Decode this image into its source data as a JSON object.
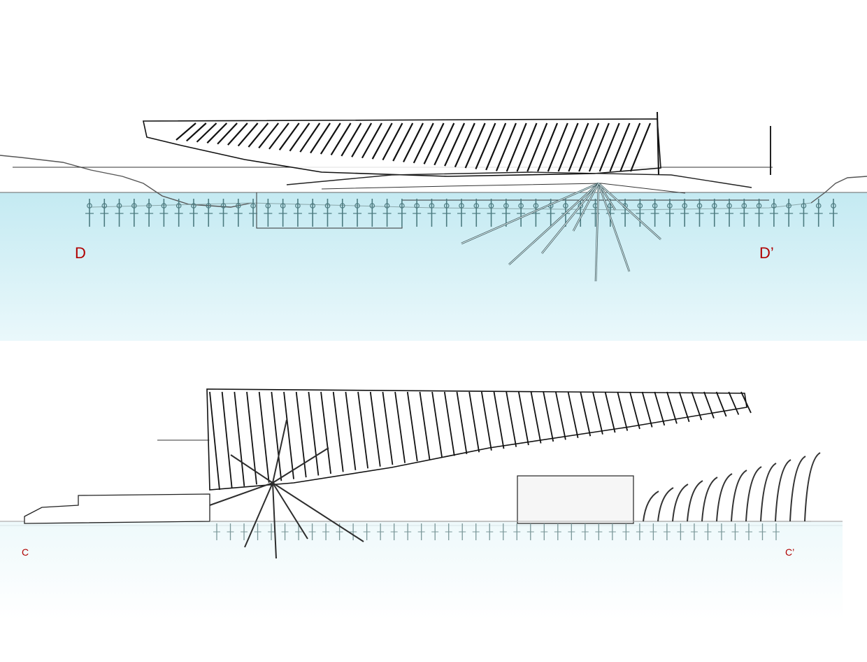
{
  "sections": [
    {
      "id": "section-d",
      "label_start": "D",
      "label_end": "D’"
    },
    {
      "id": "section-c",
      "label_start": "C",
      "label_end": "C’"
    }
  ],
  "colors": {
    "label": "#b00000",
    "water_top": "#c4eaf2",
    "water_bottom": "#eaf8fb",
    "line": "#1a1a1a",
    "pile": "#4c7b80"
  },
  "pile_count_top": 51,
  "pile_count_bottom": 42,
  "slat_count_top": 45,
  "slat_count_bottom": 44,
  "ray_count": 8
}
